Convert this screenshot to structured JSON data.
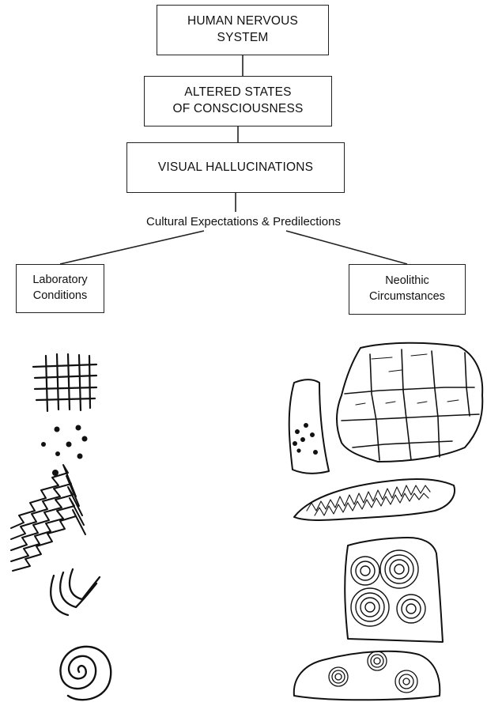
{
  "boxes": {
    "human_nervous_system": "HUMAN NERVOUS\nSYSTEM",
    "altered_states": "ALTERED STATES\nOF CONSCIOUSNESS",
    "visual_hallucinations": "VISUAL HALLUCINATIONS",
    "laboratory_conditions": "Laboratory\nConditions",
    "neolithic_circumstances": "Neolithic\nCircumstances"
  },
  "cultural_label": "Cultural Expectations & Predilections",
  "laboratory_patterns": [
    "grid",
    "dots",
    "zigzag",
    "nested-curves",
    "spiral"
  ],
  "neolithic_artifacts": [
    "grid-carved-stone",
    "dotted-stone",
    "zigzag-carved-stone",
    "concentric-circles-stone",
    "circles-boulder"
  ]
}
